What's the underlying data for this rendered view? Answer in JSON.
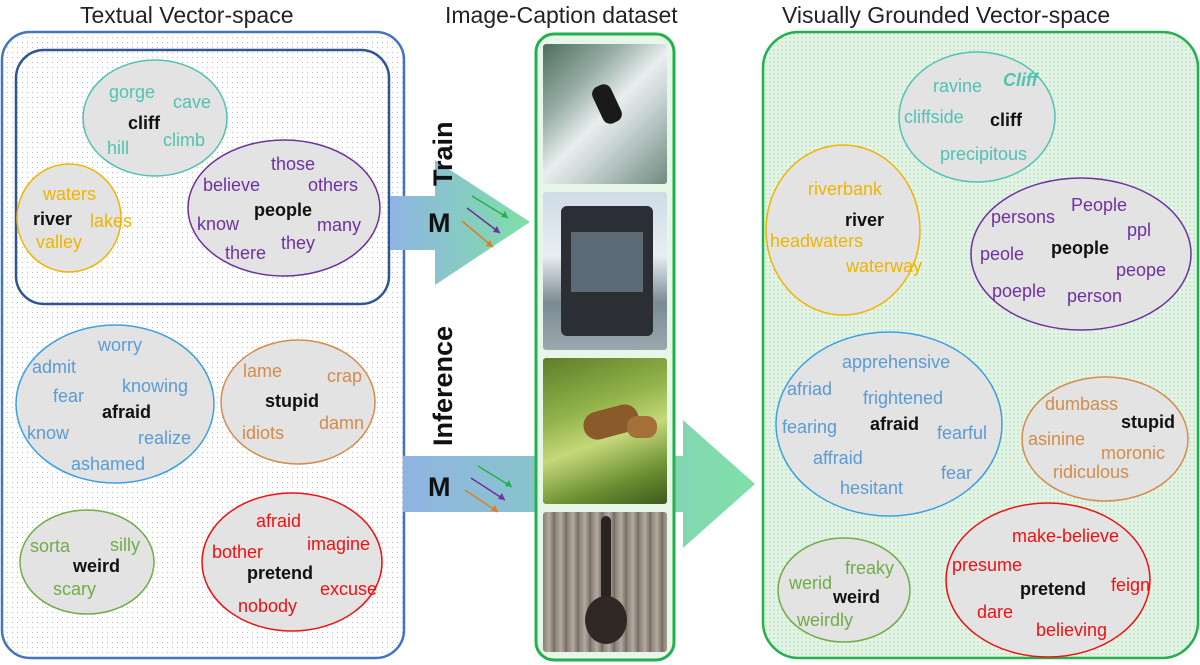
{
  "titles": {
    "textual": "Textual Vector-space",
    "dataset": "Image-Caption dataset",
    "grounded": "Visually Grounded Vector-space"
  },
  "labels": {
    "train": "Train",
    "inference": "Inference",
    "model_train": "M",
    "model_inference": "M"
  },
  "textual_clusters": {
    "cliff": {
      "center": "cliff",
      "color": "#4fc3b3",
      "words": [
        "gorge",
        "cave",
        "climb",
        "hill"
      ]
    },
    "river": {
      "center": "river",
      "color": "#f0b400",
      "words": [
        "waters",
        "lakes",
        "valley"
      ]
    },
    "people": {
      "center": "people",
      "color": "#7030a0",
      "words": [
        "those",
        "believe",
        "others",
        "know",
        "many",
        "there",
        "they"
      ]
    },
    "afraid": {
      "center": "afraid",
      "color": "#5b9bd5",
      "words": [
        "worry",
        "admit",
        "fear",
        "knowing",
        "know",
        "realize",
        "ashamed"
      ]
    },
    "stupid": {
      "center": "stupid",
      "color": "#d58b4a",
      "words": [
        "lame",
        "crap",
        "idiots",
        "damn"
      ]
    },
    "weird": {
      "center": "weird",
      "color": "#70ad47",
      "words": [
        "sorta",
        "silly",
        "scary"
      ]
    },
    "pretend": {
      "center": "pretend",
      "color": "#ee1111",
      "words": [
        "afraid",
        "bother",
        "imagine",
        "excuse",
        "nobody"
      ]
    }
  },
  "grounded_clusters": {
    "cliff": {
      "center": "cliff",
      "color": "#4fc3b3",
      "words": [
        "ravine",
        "Cliff",
        "cliffside",
        "precipitous"
      ]
    },
    "river": {
      "center": "river",
      "color": "#f0b400",
      "words": [
        "riverbank",
        "headwaters",
        "waterway"
      ]
    },
    "people": {
      "center": "people",
      "color": "#7030a0",
      "words": [
        "persons",
        "People",
        "ppl",
        "peole",
        "peope",
        "poeple",
        "person"
      ]
    },
    "afraid": {
      "center": "afraid",
      "color": "#5b9bd5",
      "words": [
        "apprehensive",
        "afriad",
        "frightened",
        "fearing",
        "fearful",
        "affraid",
        "fear",
        "hesitant"
      ]
    },
    "stupid": {
      "center": "stupid",
      "color": "#d58b4a",
      "words": [
        "dumbass",
        "asinine",
        "moronic",
        "ridiculous"
      ]
    },
    "weird": {
      "center": "weird",
      "color": "#70ad47",
      "words": [
        "werid",
        "freaky",
        "weirdly"
      ]
    },
    "pretend": {
      "center": "pretend",
      "color": "#ee1111",
      "words": [
        "make-believe",
        "presume",
        "feign",
        "dare",
        "believing"
      ]
    }
  },
  "colors": {
    "textual_border": "#4472c4",
    "grounded_border": "#22b14c",
    "arrow_start": "#8fb4e3",
    "arrow_end": "#7fe0a6"
  }
}
